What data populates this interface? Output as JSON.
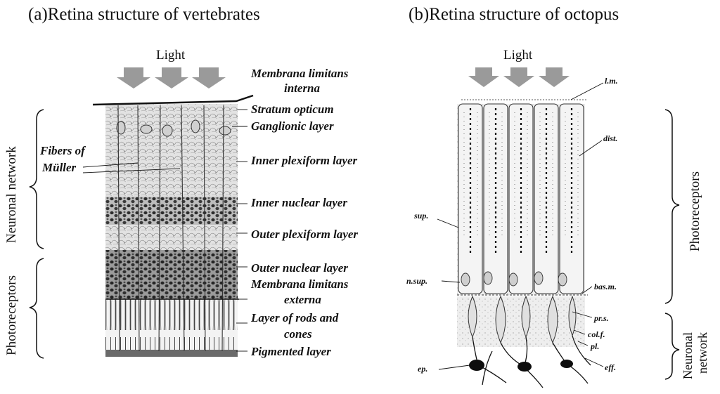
{
  "panel_a": {
    "title": "(a)Retina structure of vertebrates",
    "light": "Light",
    "bracket_top": "Neuronal network",
    "bracket_bottom": "Photoreceptors",
    "fibers_label_1": "Fibers of",
    "fibers_label_2": "Müller",
    "layers": [
      "Membrana limitans",
      "interna",
      "Stratum opticum",
      "Ganglionic layer",
      "Inner plexiform layer",
      "Inner nuclear layer",
      "Outer plexiform layer",
      "Outer nuclear layer",
      "Membrana limitans",
      "externa",
      "Layer of rods and",
      "cones",
      "Pigmented layer"
    ]
  },
  "panel_b": {
    "title": "(b)Retina structure of octopus",
    "light": "Light",
    "bracket_top": "Photoreceptors",
    "bracket_bottom_1": "Neuronal",
    "bracket_bottom_2": "network",
    "labels": {
      "lm": "l.m.",
      "dist": "dist.",
      "sup": "sup.",
      "nsup": "n.sup.",
      "basm": "bas.m.",
      "prs": "pr.s.",
      "colf": "col.f.",
      "pl": "pl.",
      "ep": "ep.",
      "eff": "eff."
    }
  },
  "colors": {
    "arrow": "#9a9a9a",
    "ink": "#111111",
    "tissue": "#e6e6e6"
  }
}
